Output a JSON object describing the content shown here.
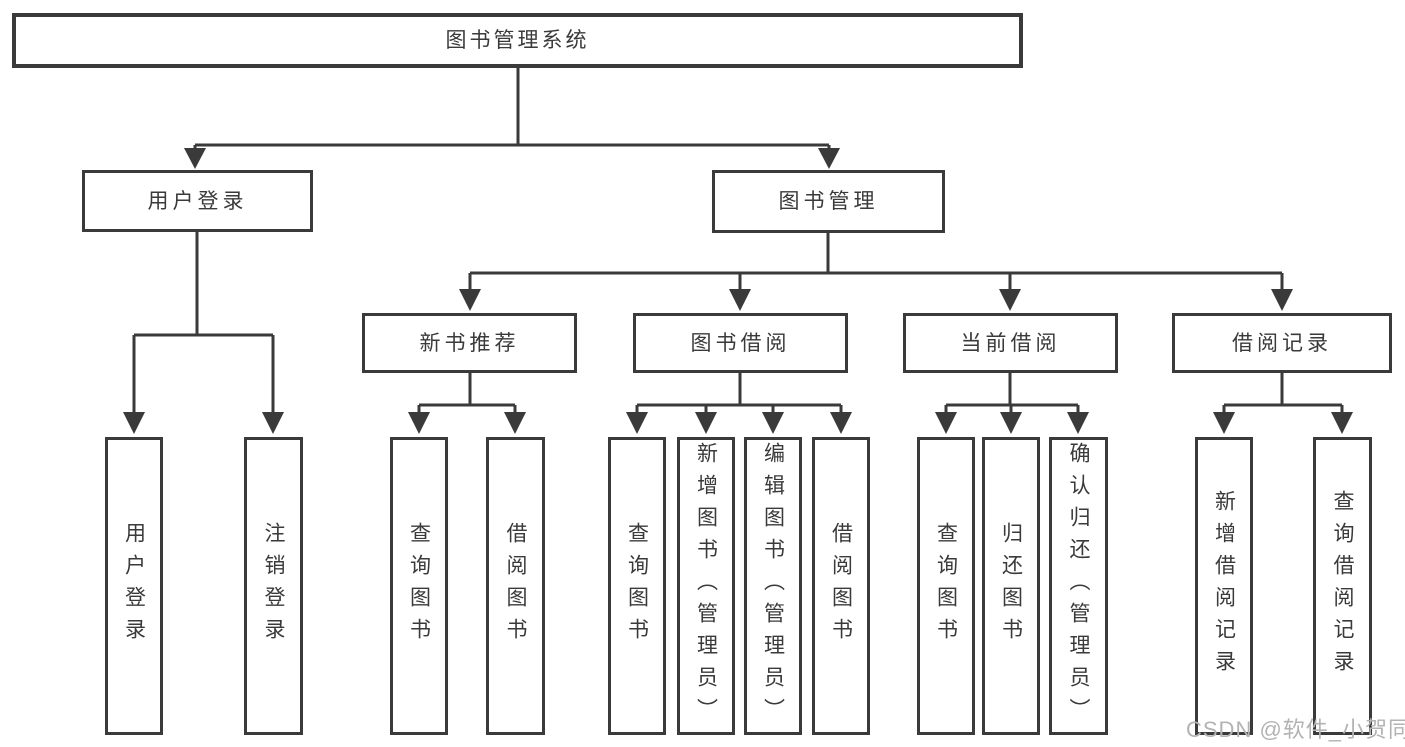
{
  "root": {
    "label": "图书管理系统"
  },
  "level1": [
    {
      "label": "用户登录"
    },
    {
      "label": "图书管理"
    }
  ],
  "level2": [
    {
      "label": "新书推荐"
    },
    {
      "label": "图书借阅"
    },
    {
      "label": "当前借阅"
    },
    {
      "label": "借阅记录"
    }
  ],
  "leaves": {
    "user_login": [
      "用户登录",
      "注销登录"
    ],
    "new_book_recommend": [
      "查询图书",
      "借阅图书"
    ],
    "book_borrow": [
      "查询图书",
      "新增图书（管理员）",
      "编辑图书（管理员）",
      "借阅图书"
    ],
    "current_borrow": [
      "查询图书",
      "归还图书",
      "确认归还（管理员）"
    ],
    "borrow_record": [
      "新增借阅记录",
      "查询借阅记录"
    ]
  },
  "watermark": "CSDN @软件_小贺同学",
  "colors": {
    "line": "#3a3a3a",
    "text": "#3a3a3a",
    "box_background": "#ffffff",
    "page_background": "#ffffff",
    "watermark": "#b3b3b3"
  }
}
